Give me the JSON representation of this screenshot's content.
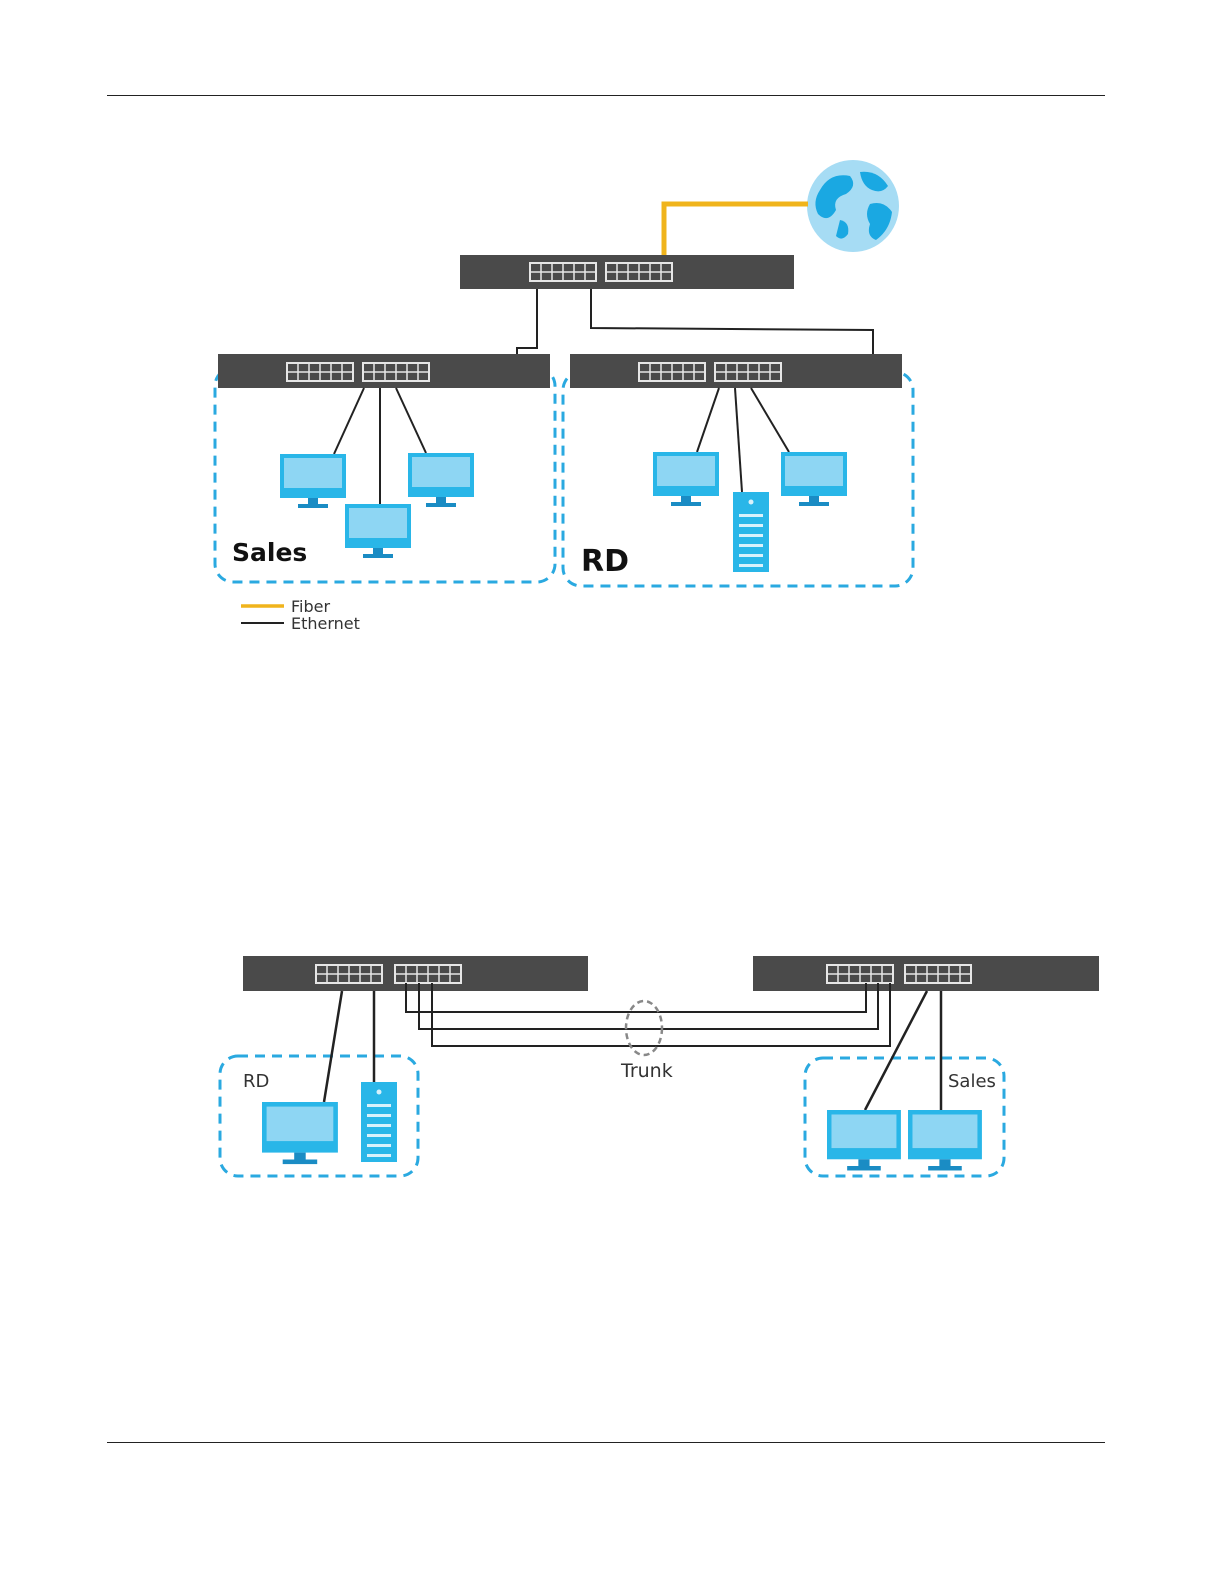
{
  "figure_vlan": {
    "groups": [
      {
        "label": "Sales"
      },
      {
        "label": "RD"
      }
    ],
    "legend": [
      {
        "label": "Fiber",
        "color": "#f0b41c"
      },
      {
        "label": "Ethernet",
        "color": "#222222"
      }
    ],
    "icons": {
      "internet": "globe-icon",
      "switch": "switch-icon",
      "computer": "monitor-icon",
      "server": "server-icon"
    }
  },
  "figure_trunk": {
    "groups": [
      {
        "label": "RD"
      },
      {
        "label": "Sales"
      }
    ],
    "trunk_label": "Trunk"
  },
  "colors": {
    "switch": "#4a4a4a",
    "port": "#e6e6e6",
    "device": "#29b6e8",
    "device_screen": "#8ed6f3",
    "vlan_border": "#2aa9e0",
    "fiber": "#f0b41c",
    "ethernet": "#222222",
    "globe_ocean": "#a6dcf4",
    "globe_land": "#1aa8e2"
  }
}
